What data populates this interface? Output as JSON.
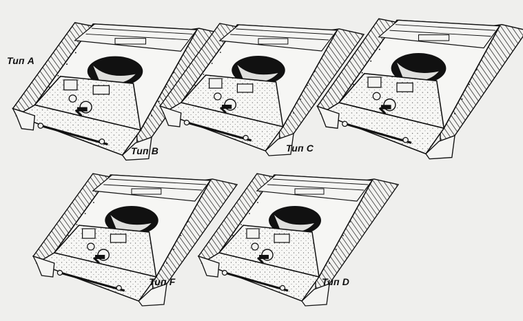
{
  "labels": {
    "type_a": "Тип А",
    "type_b": "Тип В",
    "type_c": "Тип С",
    "type_f": "Тип F",
    "type_d": "Тип D"
  },
  "colors": {
    "background": "#efefed",
    "ink": "#111111",
    "hatch": "#2a2a2a",
    "hull_fill": "#f6f6f4"
  }
}
